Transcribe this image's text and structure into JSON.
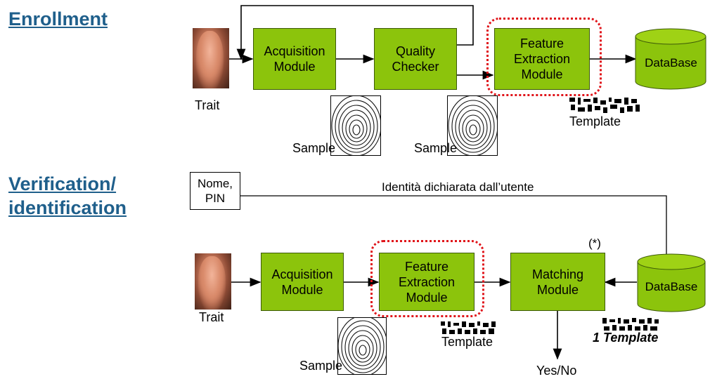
{
  "headings": {
    "enrollment": "Enrollment",
    "verification_line1": "Verification/",
    "verification_line2": "identification"
  },
  "enrollment": {
    "acquisition": [
      "Acquisition",
      "Module"
    ],
    "quality": [
      "Quality",
      "Checker"
    ],
    "feature": [
      "Feature",
      "Extraction",
      "Module"
    ],
    "database": "DataBase",
    "trait": "Trait",
    "sample1": "Sample",
    "sample2": "Sample",
    "template": "Template"
  },
  "verification": {
    "pin": [
      "Nome,",
      "PIN"
    ],
    "identity": "Identità dichiarata dall’utente",
    "acquisition": [
      "Acquisition",
      "Module"
    ],
    "feature": [
      "Feature",
      "Extraction",
      "Module"
    ],
    "matching": [
      "Matching",
      "Module"
    ],
    "database": "DataBase",
    "trait": "Trait",
    "sample": "Sample",
    "template": "Template",
    "one_template": "1 Template",
    "asterisk": "(*)",
    "output": "Yes/No"
  },
  "colors": {
    "module_fill": "#8cc40c",
    "highlight": "#e0141a",
    "heading": "#1f5f8b"
  }
}
